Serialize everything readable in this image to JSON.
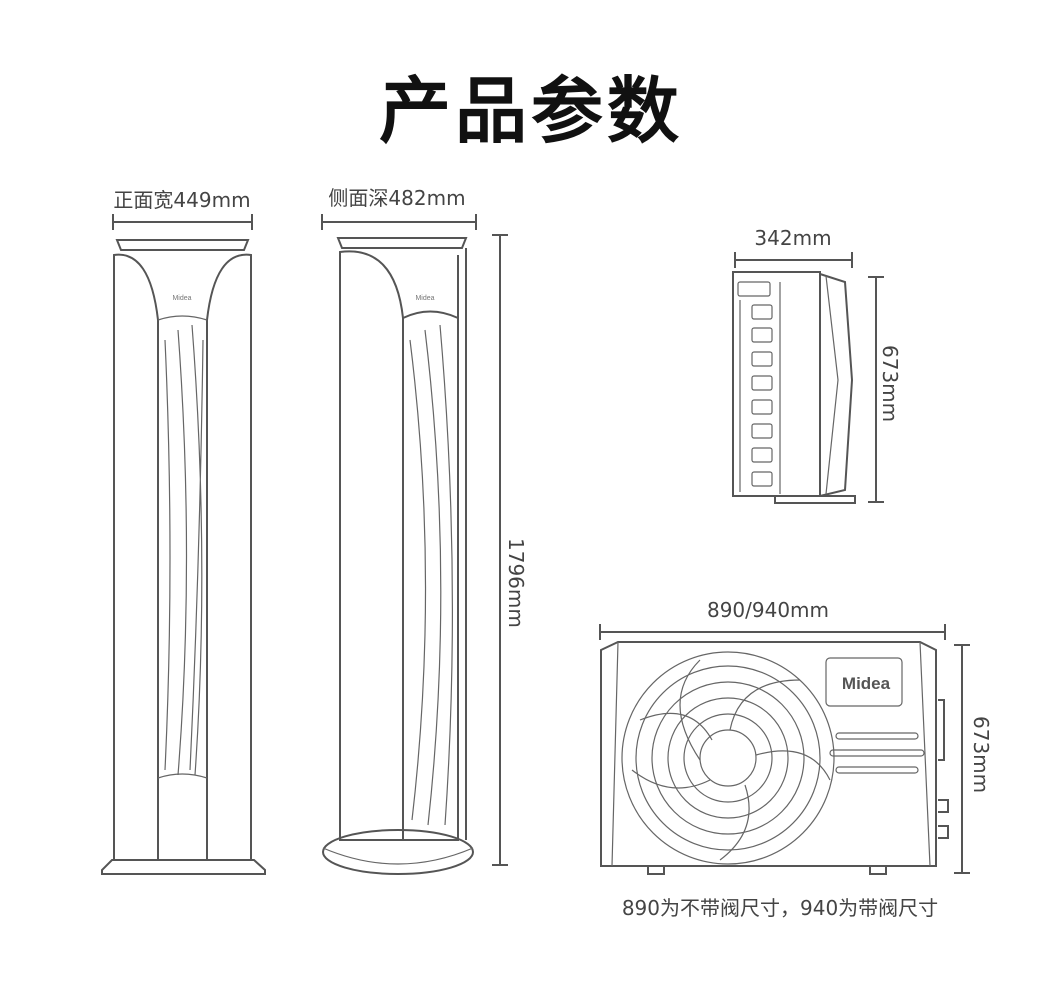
{
  "title": "产品参数",
  "indoor_unit": {
    "front_width_label": "正面宽449mm",
    "side_depth_label": "侧面深482mm",
    "height_label": "1796mm"
  },
  "outdoor_unit": {
    "depth_label": "342mm",
    "side_height_label": "673mm",
    "width_label": "890/940mm",
    "front_height_label": "673mm",
    "note": "890为不带阀尺寸，940为带阀尺寸",
    "brand_logo": "Midea"
  },
  "colors": {
    "line": "#555555",
    "text": "#444444",
    "title": "#111111"
  }
}
